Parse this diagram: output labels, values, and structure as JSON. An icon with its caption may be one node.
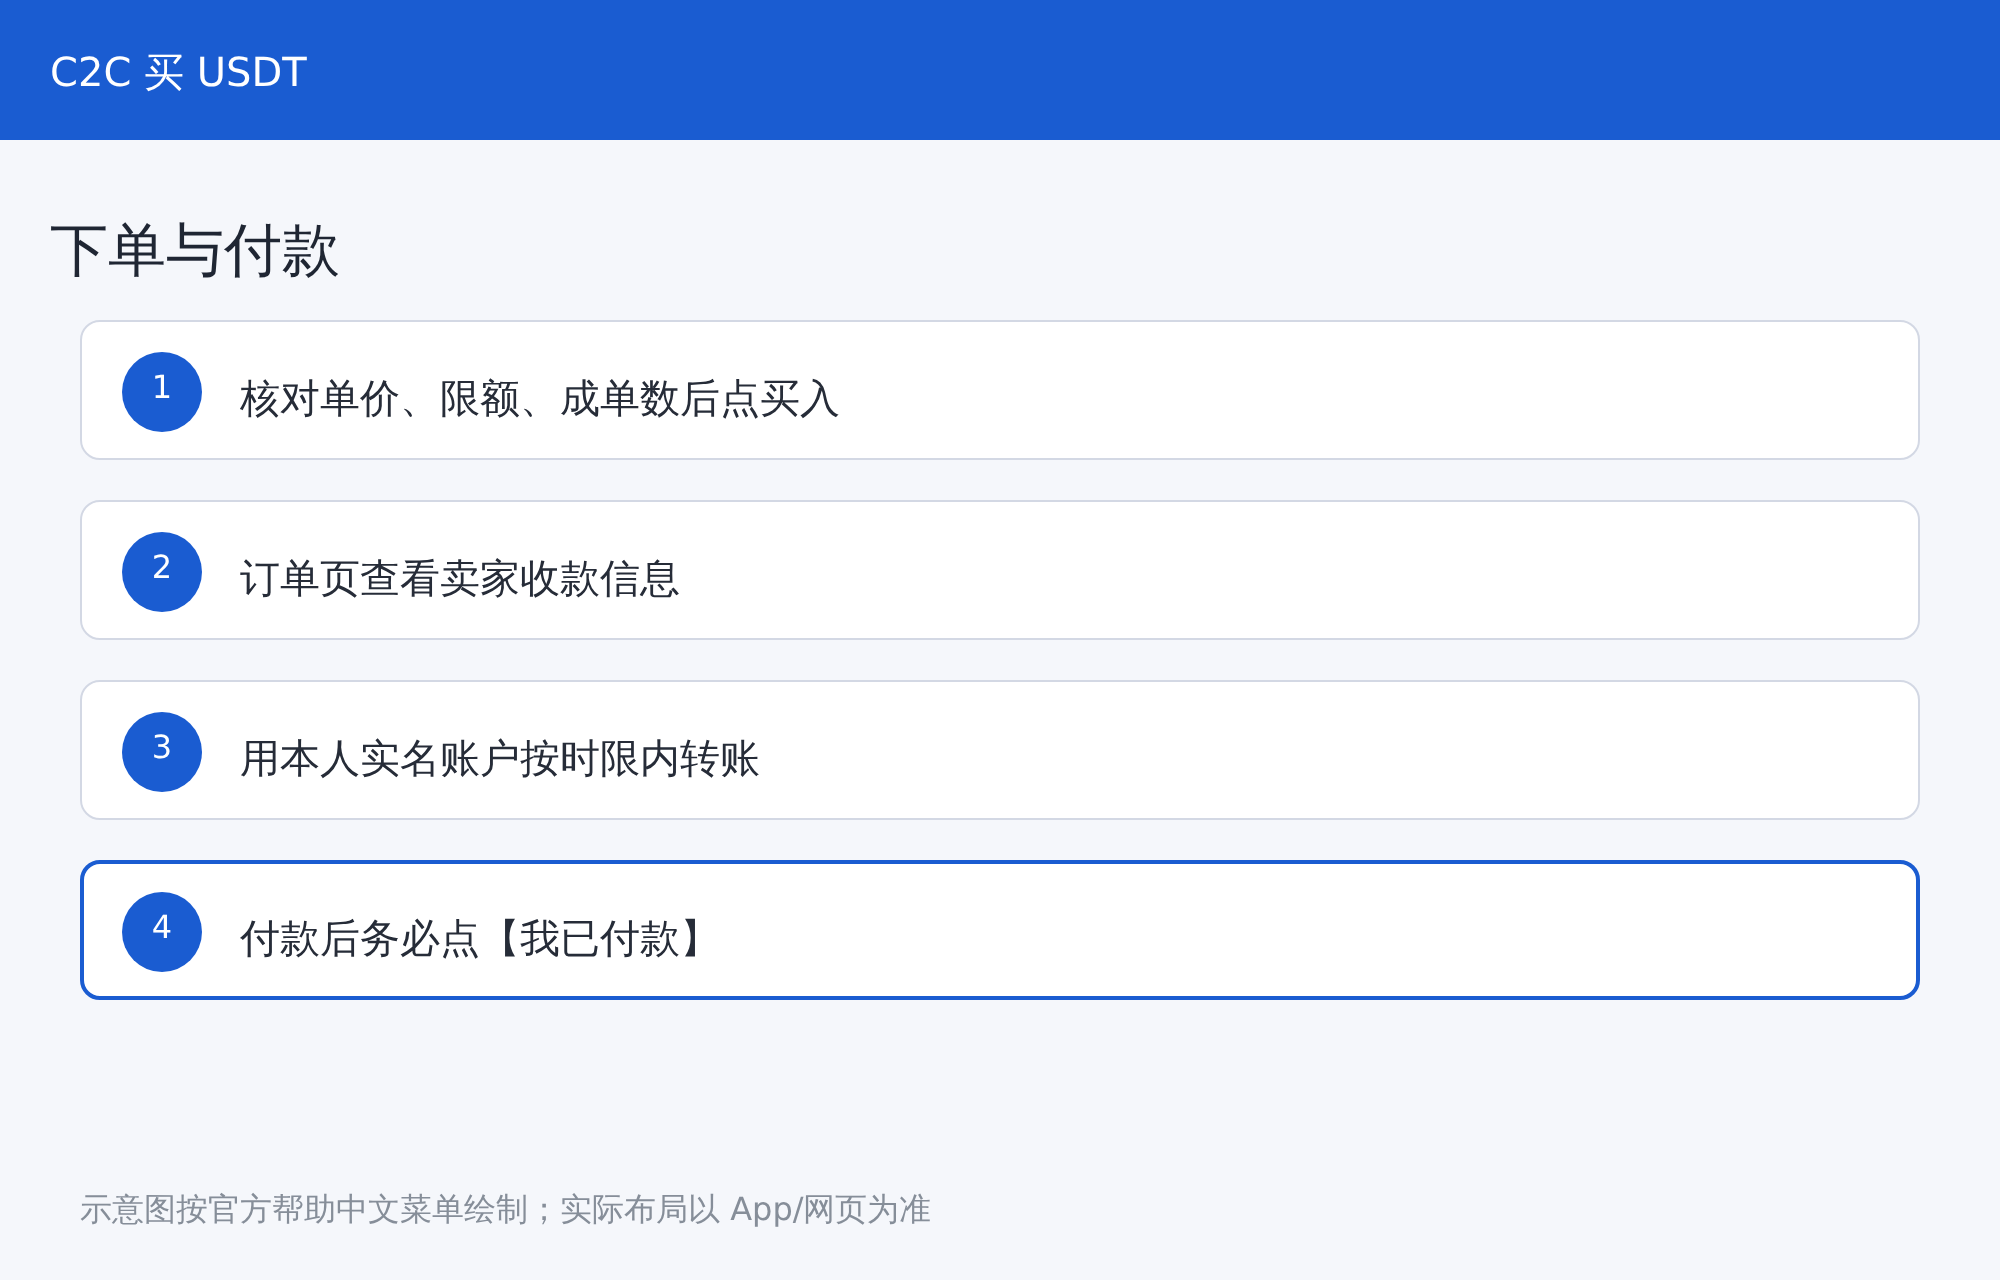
{
  "diagram": {
    "title": "C2C 买 USDT",
    "caption": "示意图按官方帮助中文菜单绘制；实际布局以 App/网页为准",
    "labels": [
      "下单与付款"
    ],
    "nodes": [
      {
        "text": [
          "核对单价、限额、成单数后点买入"
        ]
      },
      {
        "text": [
          "1"
        ],
        "in": 0
      },
      {
        "text": [
          "订单页查看卖家收款信息"
        ]
      },
      {
        "text": [
          "2"
        ],
        "in": 2
      },
      {
        "text": [
          "用本人实名账户按时限内转账"
        ]
      },
      {
        "text": [
          "3"
        ],
        "in": 4
      },
      {
        "text": [
          "付款后务必点【我已付款】"
        ]
      },
      {
        "text": [
          "4"
        ],
        "in": 6
      }
    ]
  }
}
